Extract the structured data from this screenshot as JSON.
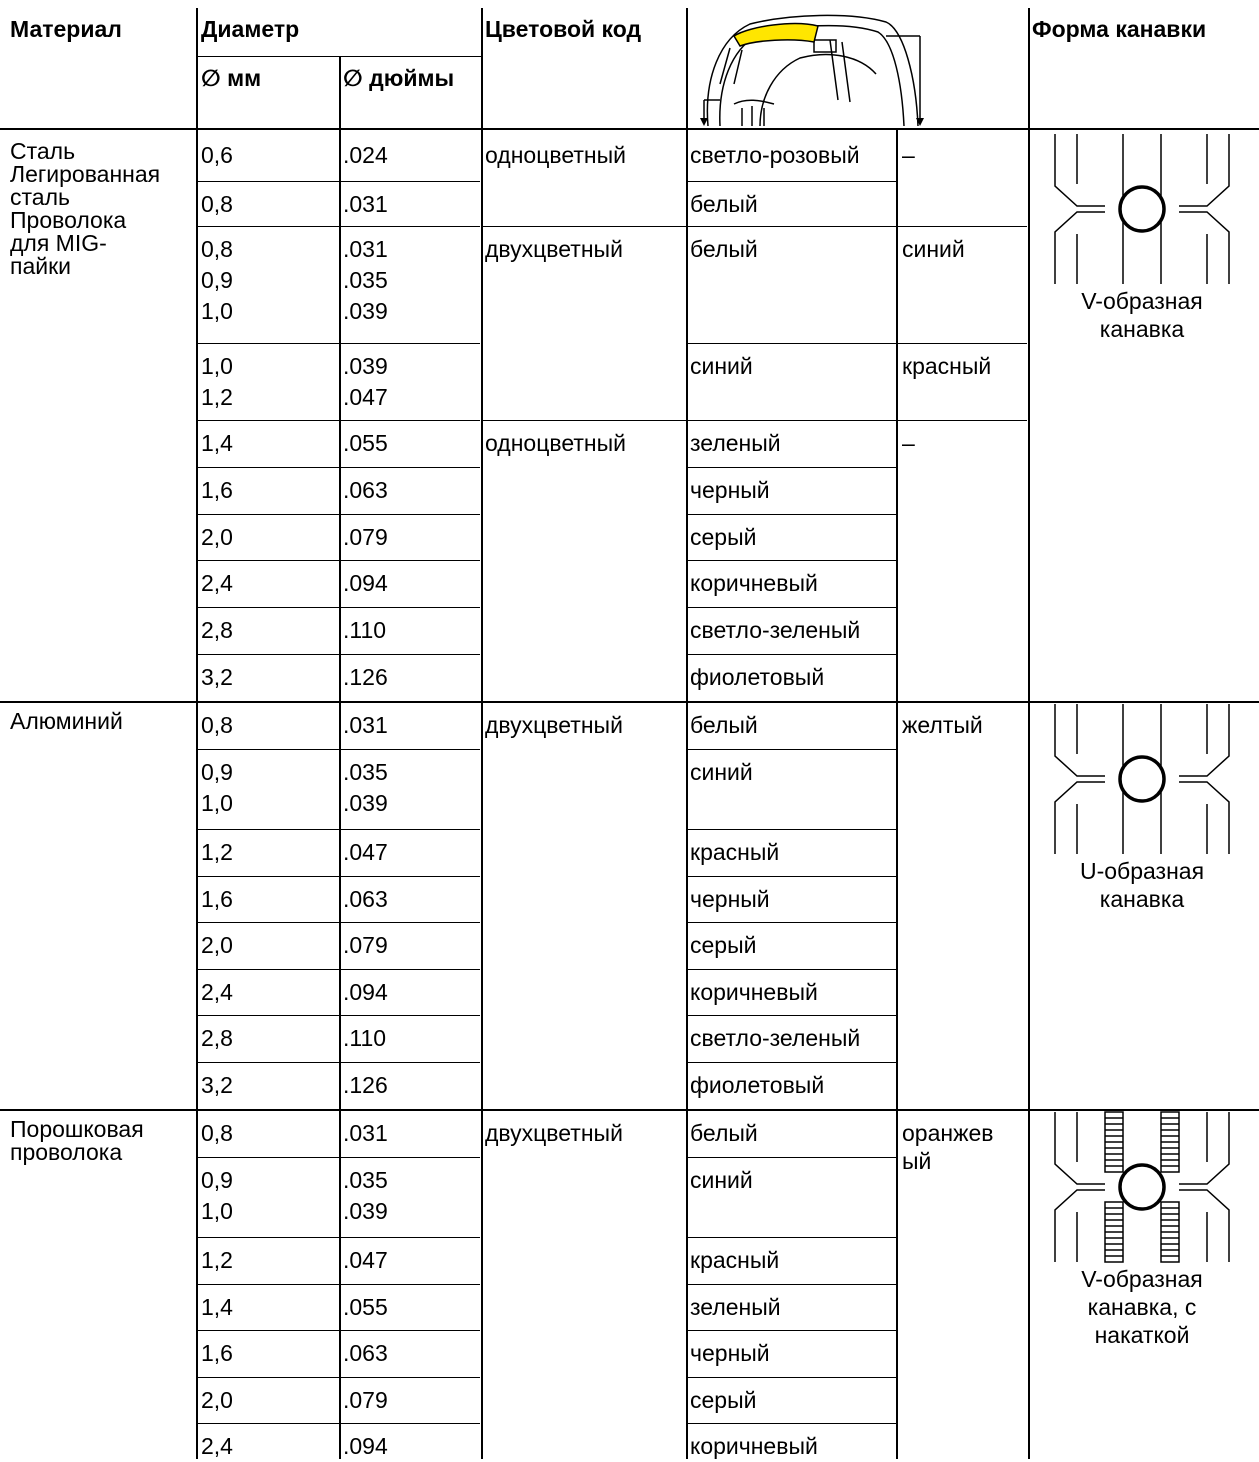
{
  "header": {
    "material": "Материал",
    "diameter": "Диаметр",
    "mm": "∅ мм",
    "inch": "∅ дюймы",
    "color_code": "Цветовой код",
    "groove_shape": "Форма канавки"
  },
  "dash": "–",
  "groups": [
    {
      "material": [
        "Сталь",
        "Легированная",
        "сталь",
        "Проволока",
        "для MIG-",
        "пайки"
      ],
      "groove_caption": [
        "V-образная",
        "канавка"
      ],
      "groove_icon": "v-groove-roller-icon",
      "rows": [
        {
          "mm": [
            "0,6"
          ],
          "inch": [
            ".024"
          ],
          "type": "одноцветный",
          "color1": "светло-розовый",
          "color2": "–"
        },
        {
          "mm": [
            "0,8"
          ],
          "inch": [
            ".031"
          ],
          "type": "",
          "color1": "белый",
          "color2": ""
        },
        {
          "mm": [
            "0,8",
            "0,9",
            "1,0"
          ],
          "inch": [
            ".031",
            ".035",
            ".039"
          ],
          "type": "двухцветный",
          "color1": "белый",
          "color2": "синий"
        },
        {
          "mm": [
            "1,0",
            "1,2"
          ],
          "inch": [
            ".039",
            ".047"
          ],
          "type": "",
          "color1": "синий",
          "color2": "красный"
        },
        {
          "mm": [
            "1,4"
          ],
          "inch": [
            ".055"
          ],
          "type": "одноцветный",
          "color1": "зеленый",
          "color2": "–"
        },
        {
          "mm": [
            "1,6"
          ],
          "inch": [
            ".063"
          ],
          "type": "",
          "color1": "черный",
          "color2": ""
        },
        {
          "mm": [
            "2,0"
          ],
          "inch": [
            ".079"
          ],
          "type": "",
          "color1": "серый",
          "color2": ""
        },
        {
          "mm": [
            "2,4"
          ],
          "inch": [
            ".094"
          ],
          "type": "",
          "color1": "коричневый",
          "color2": ""
        },
        {
          "mm": [
            "2,8"
          ],
          "inch": [
            ".110"
          ],
          "type": "",
          "color1": "светло-зеленый",
          "color2": ""
        },
        {
          "mm": [
            "3,2"
          ],
          "inch": [
            ".126"
          ],
          "type": "",
          "color1": "фиолетовый",
          "color2": ""
        }
      ]
    },
    {
      "material": [
        "Алюминий"
      ],
      "groove_caption": [
        "U-образная",
        "канавка"
      ],
      "groove_icon": "u-groove-roller-icon",
      "rows": [
        {
          "mm": [
            "0,8"
          ],
          "inch": [
            ".031"
          ],
          "type": "двухцветный",
          "color1": "белый",
          "color2": "желтый"
        },
        {
          "mm": [
            "0,9",
            "1,0"
          ],
          "inch": [
            ".035",
            ".039"
          ],
          "type": "",
          "color1": "синий",
          "color2": ""
        },
        {
          "mm": [
            "1,2"
          ],
          "inch": [
            ".047"
          ],
          "type": "",
          "color1": "красный",
          "color2": ""
        },
        {
          "mm": [
            "1,6"
          ],
          "inch": [
            ".063"
          ],
          "type": "",
          "color1": "черный",
          "color2": ""
        },
        {
          "mm": [
            "2,0"
          ],
          "inch": [
            ".079"
          ],
          "type": "",
          "color1": "серый",
          "color2": ""
        },
        {
          "mm": [
            "2,4"
          ],
          "inch": [
            ".094"
          ],
          "type": "",
          "color1": "коричневый",
          "color2": ""
        },
        {
          "mm": [
            "2,8"
          ],
          "inch": [
            ".110"
          ],
          "type": "",
          "color1": "светло-зеленый",
          "color2": ""
        },
        {
          "mm": [
            "3,2"
          ],
          "inch": [
            ".126"
          ],
          "type": "",
          "color1": "фиолетовый",
          "color2": ""
        }
      ]
    },
    {
      "material": [
        "Порошковая",
        "проволока"
      ],
      "groove_caption": [
        "V-образная",
        "канавка, с",
        "накаткой"
      ],
      "groove_icon": "knurled-v-groove-roller-icon",
      "rows": [
        {
          "mm": [
            "0,8"
          ],
          "inch": [
            ".031"
          ],
          "type": "двухцветный",
          "color1": "белый",
          "color2": [
            "оранжев",
            "ый"
          ]
        },
        {
          "mm": [
            "0,9",
            "1,0"
          ],
          "inch": [
            ".035",
            ".039"
          ],
          "type": "",
          "color1": "синий",
          "color2": ""
        },
        {
          "mm": [
            "1,2"
          ],
          "inch": [
            ".047"
          ],
          "type": "",
          "color1": "красный",
          "color2": ""
        },
        {
          "mm": [
            "1,4"
          ],
          "inch": [
            ".055"
          ],
          "type": "",
          "color1": "зеленый",
          "color2": ""
        },
        {
          "mm": [
            "1,6"
          ],
          "inch": [
            ".063"
          ],
          "type": "",
          "color1": "черный",
          "color2": ""
        },
        {
          "mm": [
            "2,0"
          ],
          "inch": [
            ".079"
          ],
          "type": "",
          "color1": "серый",
          "color2": ""
        },
        {
          "mm": [
            "2,4"
          ],
          "inch": [
            ".094"
          ],
          "type": "",
          "color1": "коричневый",
          "color2": ""
        }
      ]
    }
  ],
  "colors": {
    "roller_highlight": "#ffe600",
    "line": "#000000"
  }
}
